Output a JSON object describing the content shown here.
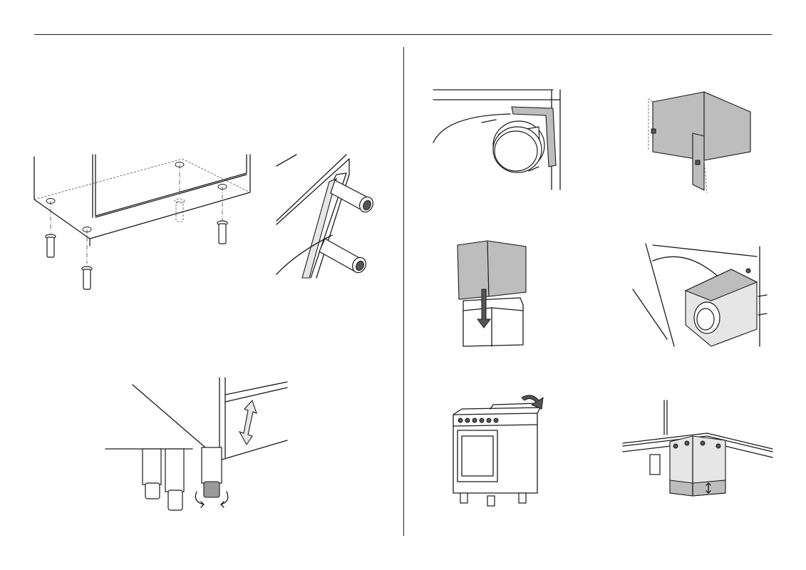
{
  "page": {
    "type": "installation-instructions-illustrations",
    "figures": [
      {
        "id": "feet-fitting",
        "icon": "adjustable-feet-screw-in-diagram"
      },
      {
        "id": "rear-spacers",
        "icon": "rear-spacer-bars-diagram"
      },
      {
        "id": "foot-adjustment",
        "icon": "height-adjust-foot-diagram"
      },
      {
        "id": "flue-bracket",
        "icon": "flue-bracket-screw-diagram"
      },
      {
        "id": "flue-cover-open",
        "icon": "flue-cover-panel-diagram"
      },
      {
        "id": "cover-slide-down",
        "icon": "cover-slide-down-diagram"
      },
      {
        "id": "cover-fixed",
        "icon": "cover-screwed-diagram"
      },
      {
        "id": "tilt-cooker",
        "icon": "cooker-tilt-diagram"
      },
      {
        "id": "cover-height",
        "icon": "cover-height-adjust-diagram"
      }
    ]
  },
  "colors": {
    "line": "#1a1a1a",
    "shade": "#bdbdbd",
    "shade_dark": "#9a9a9a",
    "light": "#e6e6e6"
  }
}
